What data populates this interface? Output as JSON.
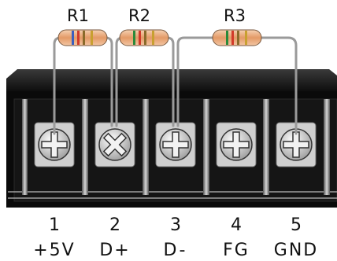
{
  "resistors": [
    {
      "label": "R1"
    },
    {
      "label": "R2"
    },
    {
      "label": "R3"
    }
  ],
  "pins": [
    {
      "number": "1",
      "name": "+5V"
    },
    {
      "number": "2",
      "name": "D+"
    },
    {
      "number": "3",
      "name": "D-"
    },
    {
      "number": "4",
      "name": "FG"
    },
    {
      "number": "5",
      "name": "GND"
    }
  ],
  "colors": {
    "block": "#0c0c0c",
    "wire": "#9a9a9a",
    "resistor_body": "#e8a878",
    "screw": "#d8d8d8"
  }
}
